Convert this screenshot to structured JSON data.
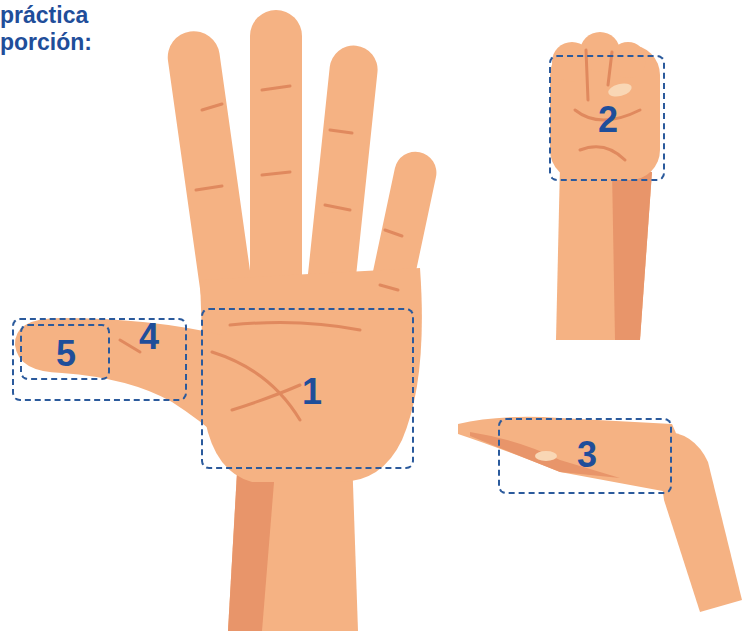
{
  "diagram": {
    "title": "práctica porción:",
    "nodes": [
      {
        "text": [
          "1"
        ]
      },
      {
        "text": [
          "2"
        ]
      },
      {
        "text": [
          "3"
        ]
      },
      {
        "text": [
          "4"
        ]
      },
      {
        "text": [
          "5"
        ],
        "in": 3
      }
    ]
  }
}
